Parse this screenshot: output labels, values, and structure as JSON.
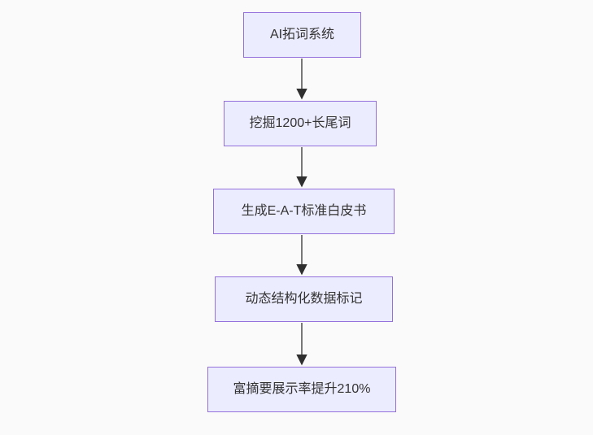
{
  "diagram": {
    "type": "flowchart",
    "direction": "top-down",
    "nodes": [
      {
        "id": "A",
        "label": "AI拓词系统"
      },
      {
        "id": "B",
        "label": "挖掘1200+长尾词"
      },
      {
        "id": "C",
        "label": "生成E-A-T标准白皮书"
      },
      {
        "id": "D",
        "label": "动态结构化数据标记"
      },
      {
        "id": "E",
        "label": "富摘要展示率提升210%"
      }
    ],
    "edges": [
      {
        "from": "A",
        "to": "B"
      },
      {
        "from": "B",
        "to": "C"
      },
      {
        "from": "C",
        "to": "D"
      },
      {
        "from": "D",
        "to": "E"
      }
    ],
    "colors": {
      "background": "#fafafa",
      "node_fill": "#ececff",
      "node_border": "#9370db",
      "text": "#333333",
      "arrow_line": "#4d4d4d",
      "arrow_head": "#2f2f2f"
    }
  }
}
